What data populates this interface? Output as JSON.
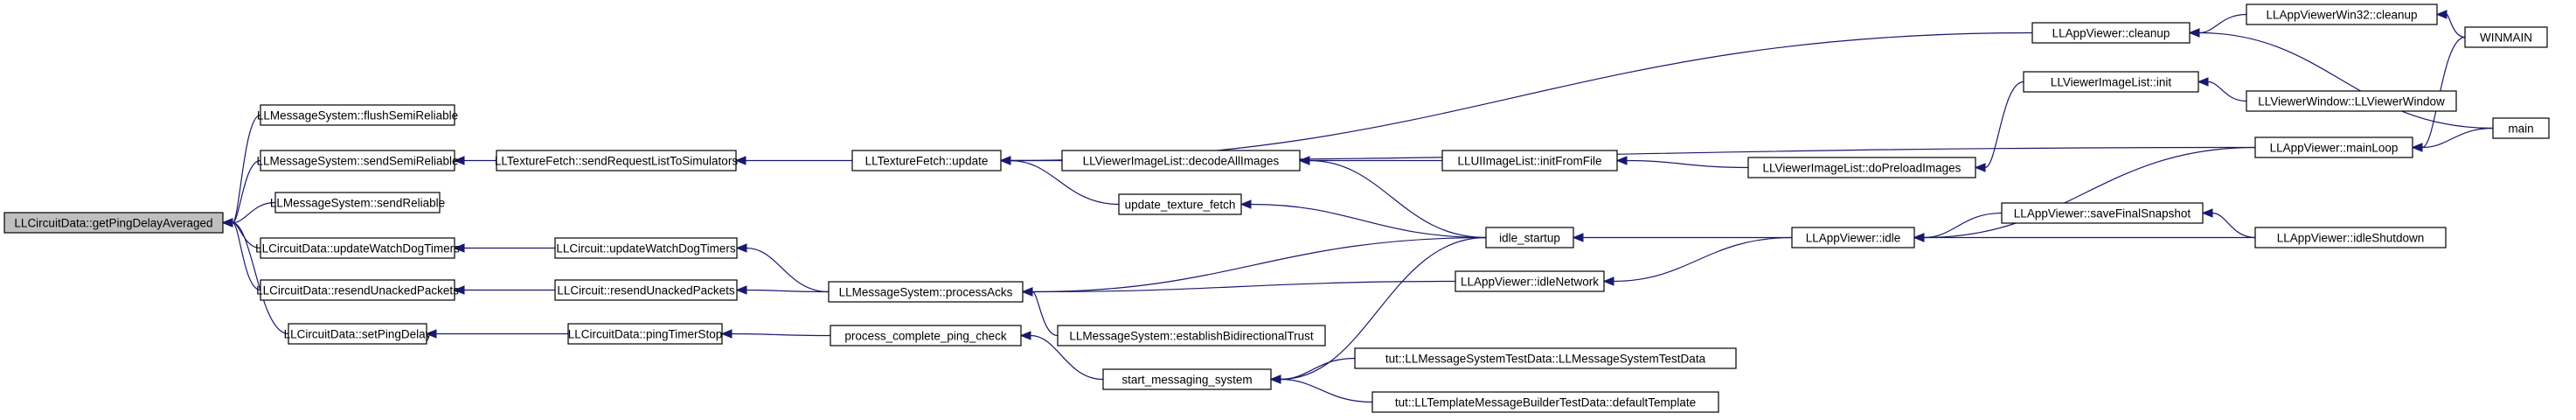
{
  "nodes": [
    {
      "id": "n0",
      "label": "LLCircuitData::getPingDelayAveraged",
      "root": true
    },
    {
      "id": "n1",
      "label": "LLMessageSystem::flushSemiReliable"
    },
    {
      "id": "n2",
      "label": "LLMessageSystem::sendSemiReliable"
    },
    {
      "id": "n3",
      "label": "LLMessageSystem::sendReliable"
    },
    {
      "id": "n4",
      "label": "LLCircuitData::updateWatchDogTimers"
    },
    {
      "id": "n5",
      "label": "LLCircuitData::resendUnackedPackets"
    },
    {
      "id": "n6",
      "label": "LLCircuitData::setPingDelay"
    },
    {
      "id": "n7",
      "label": "LLTextureFetch::sendRequestListToSimulators"
    },
    {
      "id": "n8",
      "label": "LLCircuit::updateWatchDogTimers"
    },
    {
      "id": "n9",
      "label": "LLCircuit::resendUnackedPackets"
    },
    {
      "id": "n10",
      "label": "LLCircuitData::pingTimerStop"
    },
    {
      "id": "n11",
      "label": "LLTextureFetch::update"
    },
    {
      "id": "n12",
      "label": "LLMessageSystem::processAcks"
    },
    {
      "id": "n13",
      "label": "process_complete_ping_check"
    },
    {
      "id": "n14",
      "label": "LLViewerImageList::decodeAllImages"
    },
    {
      "id": "n15",
      "label": "update_texture_fetch"
    },
    {
      "id": "n16",
      "label": "LLMessageSystem::establishBidirectionalTrust"
    },
    {
      "id": "n17",
      "label": "start_messaging_system"
    },
    {
      "id": "n18",
      "label": "LLUIImageList::initFromFile"
    },
    {
      "id": "n19",
      "label": "idle_startup"
    },
    {
      "id": "n20",
      "label": "LLAppViewer::idleNetwork"
    },
    {
      "id": "n21",
      "label": "tut::LLMessageSystemTestData::LLMessageSystemTestData"
    },
    {
      "id": "n22",
      "label": "tut::LLTemplateMessageBuilderTestData::defaultTemplate"
    },
    {
      "id": "n23",
      "label": "LLAppViewer::cleanup"
    },
    {
      "id": "n24",
      "label": "LLViewerImageList::init"
    },
    {
      "id": "n25",
      "label": "LLViewerImageList::doPreloadImages"
    },
    {
      "id": "n26",
      "label": "LLAppViewer::idle"
    },
    {
      "id": "n27",
      "label": "LLAppViewerWin32::cleanup"
    },
    {
      "id": "n28",
      "label": "LLViewerWindow::LLViewerWindow"
    },
    {
      "id": "n29",
      "label": "LLAppViewer::mainLoop"
    },
    {
      "id": "n30",
      "label": "LLAppViewer::saveFinalSnapshot"
    },
    {
      "id": "n31",
      "label": "LLAppViewer::idleShutdown"
    },
    {
      "id": "n32",
      "label": "WINMAIN"
    },
    {
      "id": "n33",
      "label": "main"
    }
  ],
  "edges": [
    {
      "from": "n1",
      "to": "n0"
    },
    {
      "from": "n2",
      "to": "n0"
    },
    {
      "from": "n3",
      "to": "n0"
    },
    {
      "from": "n4",
      "to": "n0"
    },
    {
      "from": "n5",
      "to": "n0"
    },
    {
      "from": "n6",
      "to": "n0"
    },
    {
      "from": "n7",
      "to": "n2"
    },
    {
      "from": "n8",
      "to": "n4"
    },
    {
      "from": "n9",
      "to": "n5"
    },
    {
      "from": "n10",
      "to": "n6"
    },
    {
      "from": "n11",
      "to": "n7"
    },
    {
      "from": "n12",
      "to": "n8"
    },
    {
      "from": "n12",
      "to": "n9"
    },
    {
      "from": "n13",
      "to": "n10"
    },
    {
      "from": "n14",
      "to": "n11"
    },
    {
      "from": "n15",
      "to": "n11"
    },
    {
      "from": "n23",
      "to": "n11"
    },
    {
      "from": "n29",
      "to": "n11"
    },
    {
      "from": "n19",
      "to": "n12"
    },
    {
      "from": "n20",
      "to": "n12"
    },
    {
      "from": "n16",
      "to": "n12"
    },
    {
      "from": "n17",
      "to": "n13"
    },
    {
      "from": "n18",
      "to": "n14"
    },
    {
      "from": "n19",
      "to": "n14"
    },
    {
      "from": "n19",
      "to": "n15"
    },
    {
      "from": "n19",
      "to": "n17"
    },
    {
      "from": "n21",
      "to": "n17"
    },
    {
      "from": "n22",
      "to": "n17"
    },
    {
      "from": "n25",
      "to": "n18"
    },
    {
      "from": "n26",
      "to": "n19"
    },
    {
      "from": "n26",
      "to": "n20"
    },
    {
      "from": "n27",
      "to": "n23"
    },
    {
      "from": "n33",
      "to": "n23"
    },
    {
      "from": "n24",
      "to": "n25"
    },
    {
      "from": "n28",
      "to": "n24"
    },
    {
      "from": "n29",
      "to": "n26"
    },
    {
      "from": "n30",
      "to": "n26"
    },
    {
      "from": "n31",
      "to": "n26"
    },
    {
      "from": "n32",
      "to": "n27"
    },
    {
      "from": "n32",
      "to": "n29"
    },
    {
      "from": "n33",
      "to": "n29"
    },
    {
      "from": "n31",
      "to": "n30"
    }
  ]
}
